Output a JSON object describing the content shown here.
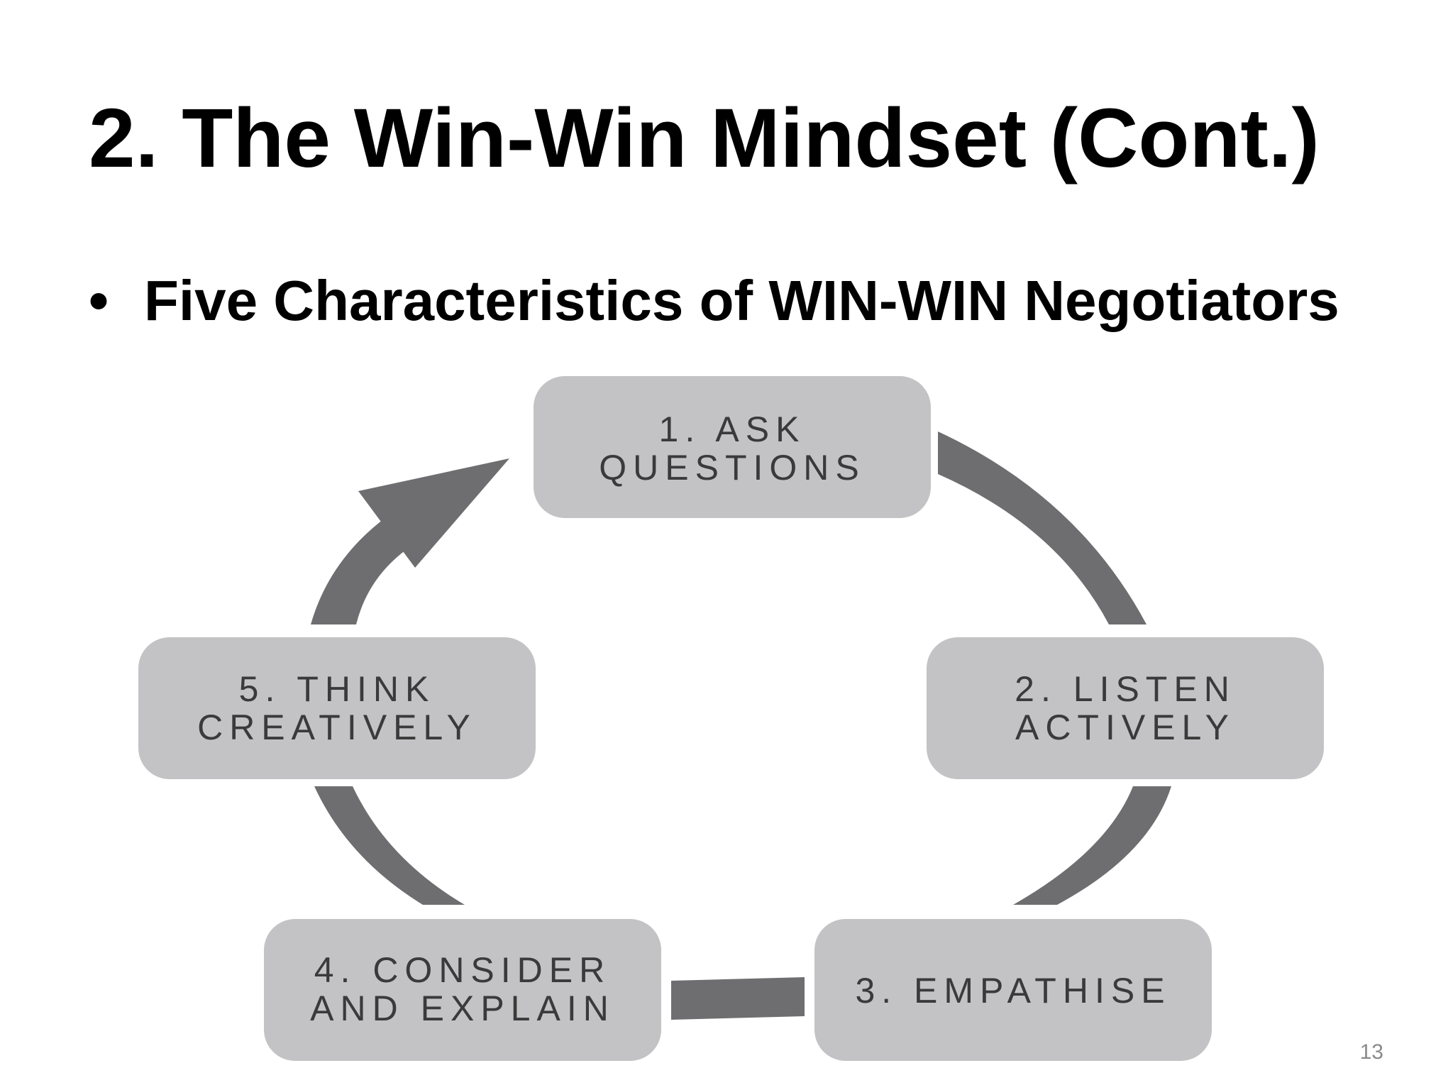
{
  "slide": {
    "title": "2. The Win-Win Mindset (Cont.)",
    "bullet": "Five Characteristics of WIN-WIN Negotiators",
    "page_number": "13"
  },
  "cycle": {
    "steps": [
      {
        "lines": [
          "1. ASK",
          "QUESTIONS"
        ]
      },
      {
        "lines": [
          "2. LISTEN",
          "ACTIVELY"
        ]
      },
      {
        "lines": [
          "3. EMPATHISE"
        ]
      },
      {
        "lines": [
          "4. CONSIDER",
          "AND EXPLAIN"
        ]
      },
      {
        "lines": [
          "5. THINK",
          "CREATIVELY"
        ]
      }
    ]
  },
  "colors": {
    "box_fill": "#c3c3c5",
    "arrow_fill": "#6e6e70",
    "label_text": "#3a3a3a"
  }
}
